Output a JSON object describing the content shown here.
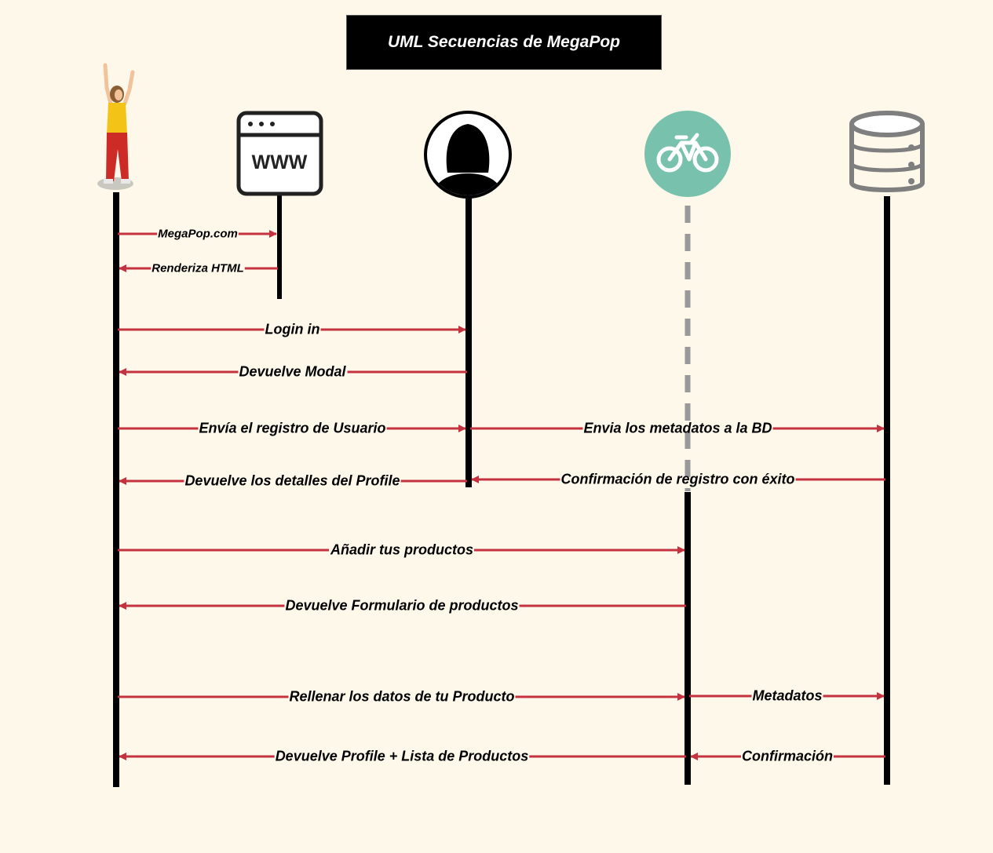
{
  "title": "UML Secuencias de MegaPop",
  "participants": [
    {
      "name": "user",
      "icon": "person-arms-raised-icon"
    },
    {
      "name": "web",
      "icon": "browser-window-icon",
      "icon_text": "WWW"
    },
    {
      "name": "account",
      "icon": "user-silhouette-icon"
    },
    {
      "name": "app",
      "icon": "bicycle-icon"
    },
    {
      "name": "database",
      "icon": "database-icon"
    }
  ],
  "messages": [
    {
      "label": "MegaPop.com",
      "from": "user",
      "to": "web"
    },
    {
      "label": "Renderiza HTML",
      "from": "web",
      "to": "user"
    },
    {
      "label": "Login in",
      "from": "user",
      "to": "account"
    },
    {
      "label": "Devuelve Modal",
      "from": "account",
      "to": "user"
    },
    {
      "label": "Envía el registro de Usuario",
      "from": "user",
      "to": "account"
    },
    {
      "label": "Envia los metadatos a la BD",
      "from": "account",
      "to": "database"
    },
    {
      "label": "Devuelve los detalles del Profile",
      "from": "account",
      "to": "user"
    },
    {
      "label": "Confirmación de registro con éxito",
      "from": "database",
      "to": "account"
    },
    {
      "label": "Añadir tus productos",
      "from": "user",
      "to": "app"
    },
    {
      "label": "Devuelve Formulario de productos",
      "from": "app",
      "to": "user"
    },
    {
      "label": "Rellenar los datos de tu Producto",
      "from": "user",
      "to": "app"
    },
    {
      "label": "Metadatos",
      "from": "app",
      "to": "database"
    },
    {
      "label": "Devuelve Profile + Lista de Productos",
      "from": "app",
      "to": "user"
    },
    {
      "label": "Confirmación",
      "from": "database",
      "to": "app"
    }
  ],
  "colors": {
    "background": "#fdf8ea",
    "arrow": "#c5323f",
    "lifeline": "#000000",
    "dashed_lifeline": "#999999",
    "bike_circle": "#78c2ad",
    "database": "#7f7f7f"
  }
}
